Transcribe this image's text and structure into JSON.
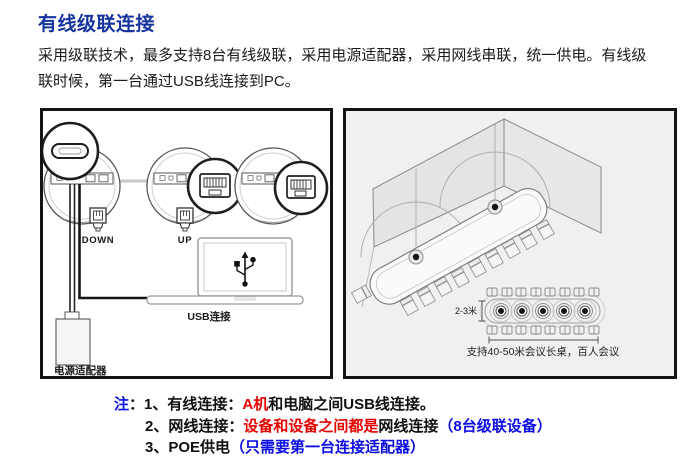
{
  "page": {
    "title": "有线级联连接",
    "intro": "采用级联技术，最多支持8台有线级联，采用电源适配器，采用网线串联，统一供电。有线级联时候，第一台通过USB线连接到PC。"
  },
  "left_diagram": {
    "down_port_label": "DOWN",
    "up_port_label": "UP",
    "usb_connection_label": "USB连接",
    "power_adapter_label": "电源适配器"
  },
  "right_diagram": {
    "device_spacing_label": "2-3米",
    "capacity_label": "支持40-50米会议长桌，百人会议"
  },
  "notes": {
    "prefix": "注",
    "colon": "：",
    "item1": {
      "num": "1、",
      "label": "有线连接：",
      "highlight_red": "A机",
      "rest": "和电脑之间USB线连接。"
    },
    "item2": {
      "num": "2、",
      "label": "网线连接：",
      "highlight_red": "设备和设备之间都是",
      "mid": "网线连接",
      "highlight_blue": "（8台级联设备）"
    },
    "item3": {
      "num": "3、",
      "label": "POE供电",
      "highlight_blue": "（只需要第一台连接适配器）"
    }
  },
  "colors": {
    "heading_blue": "#16349f",
    "note_blue": "#0b0be6",
    "note_red": "#e60000",
    "box_border": "#141414",
    "right_box_bg": "#f0f0f0"
  }
}
